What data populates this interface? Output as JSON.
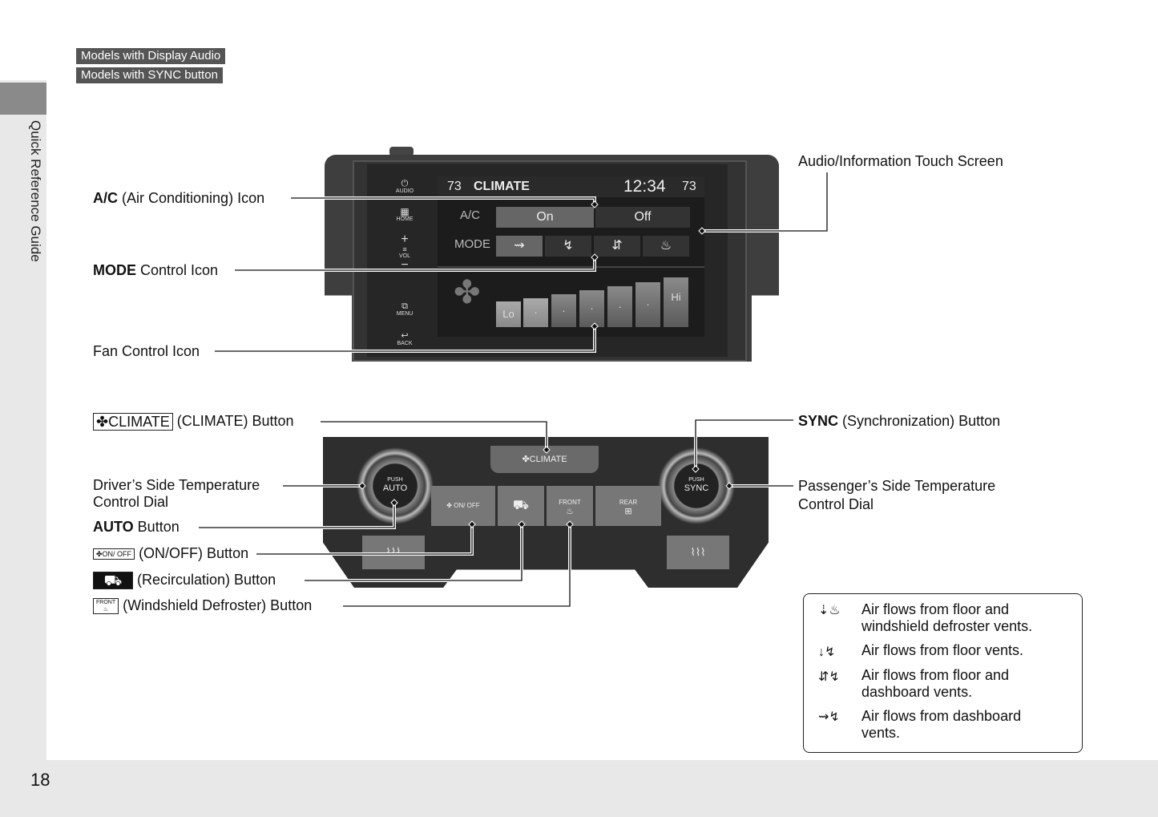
{
  "tags": [
    "Models with Display Audio",
    "Models with SYNC button"
  ],
  "side_title": "Quick Reference Guide",
  "page_number": "18",
  "screen": {
    "temp_left": "73",
    "title": "CLIMATE",
    "clock": "12:34",
    "temp_right": "73",
    "ac_label": "A/C",
    "ac_on": "On",
    "ac_off": "Off",
    "mode_label": "MODE",
    "fan_lo": "Lo",
    "fan_hi": "Hi",
    "side_buttons": [
      "AUDIO",
      "HOME",
      "VOL",
      "MENU",
      "BACK"
    ]
  },
  "panel": {
    "climate": "CLIMATE",
    "auto_push": "PUSH",
    "auto": "AUTO",
    "sync_push": "PUSH",
    "sync": "SYNC",
    "onoff": "ON/ OFF",
    "front": "FRONT",
    "rear": "REAR"
  },
  "callouts": {
    "ac_bold": "A/C",
    "ac_rest": " (Air Conditioning) Icon",
    "mode_bold": "MODE",
    "mode_rest": " Control Icon",
    "fan": "Fan Control Icon",
    "touch": "Audio/Information Touch Screen",
    "climate_chip": "CLIMATE",
    "climate_rest": "(CLIMATE) Button",
    "sync_bold": "SYNC",
    "sync_rest": " (Synchronization) Button",
    "driver": "Driver’s Side Temperature\nControl Dial",
    "passenger": "Passenger’s Side Temperature\nControl Dial",
    "auto_bold": "AUTO",
    "auto_rest": " Button",
    "onoff_chip": "ON/ OFF",
    "onoff_rest": "(ON/OFF) Button",
    "recirc_rest": "(Recirculation) Button",
    "defrost_chip": "FRONT",
    "defrost_rest": "(Windshield Defroster) Button"
  },
  "legend": [
    {
      "icon": "floor-defrost-icon",
      "text": "Air flows from floor and\nwindshield defroster vents."
    },
    {
      "icon": "floor-icon",
      "text": "Air flows from floor vents."
    },
    {
      "icon": "floor-dashboard-icon",
      "text": "Air flows from floor and\ndashboard vents."
    },
    {
      "icon": "dashboard-icon",
      "text": "Air flows from dashboard\nvents."
    }
  ]
}
